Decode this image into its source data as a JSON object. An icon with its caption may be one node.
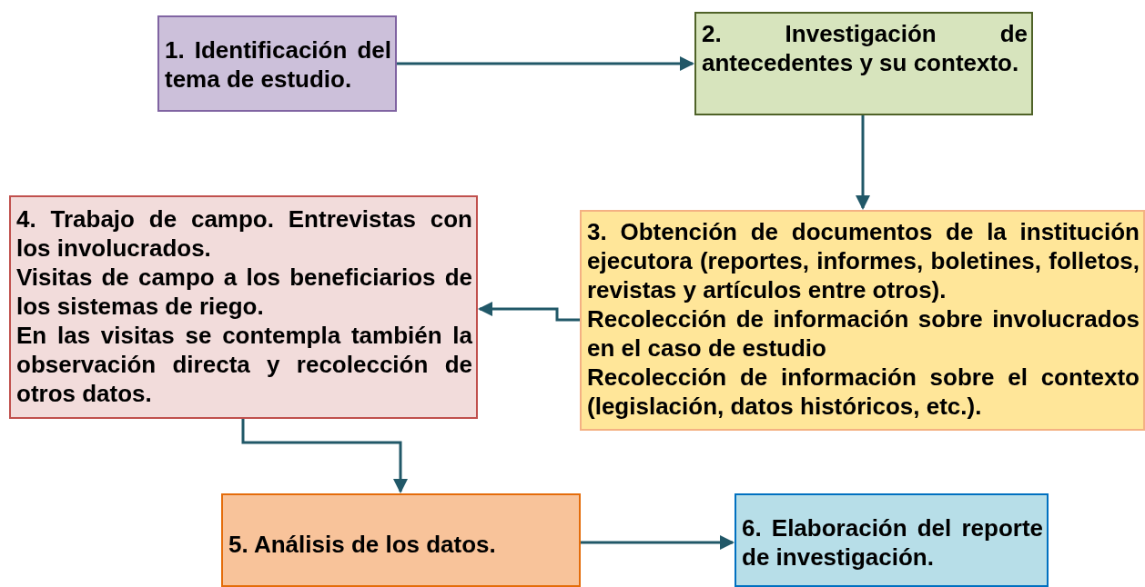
{
  "diagram": {
    "nodes": [
      {
        "text": [
          "1. Identificación del tema de estudio."
        ]
      },
      {
        "text": [
          "2. Investigación de antecedentes y su contexto."
        ]
      },
      {
        "text": [
          "3. Obtención de documentos de la institución ejecutora (reportes, informes, boletines, folletos, revistas y artículos entre otros).",
          "Recolección de información sobre involucrados en el caso de estudio",
          "Recolección de información sobre el contexto (legislación, datos históricos, etc.)."
        ]
      },
      {
        "text": [
          "4. Trabajo de campo. Entrevistas con los involucrados.",
          "Visitas de campo a los beneficiarios de los sistemas de riego.",
          "En las visitas se contempla también la observación directa y recolección de otros datos."
        ]
      },
      {
        "text": [
          "5. Análisis de los datos."
        ]
      },
      {
        "text": [
          "6. Elaboración del reporte de investigación."
        ]
      }
    ],
    "edges": [
      {
        "from": 0,
        "to": 1,
        "arrow": "to"
      },
      {
        "from": 1,
        "to": 2,
        "arrow": "to"
      },
      {
        "from": 2,
        "to": 3,
        "arrow": "to"
      },
      {
        "from": 3,
        "to": 4,
        "arrow": "to"
      },
      {
        "from": 4,
        "to": 5,
        "arrow": "to"
      }
    ]
  }
}
